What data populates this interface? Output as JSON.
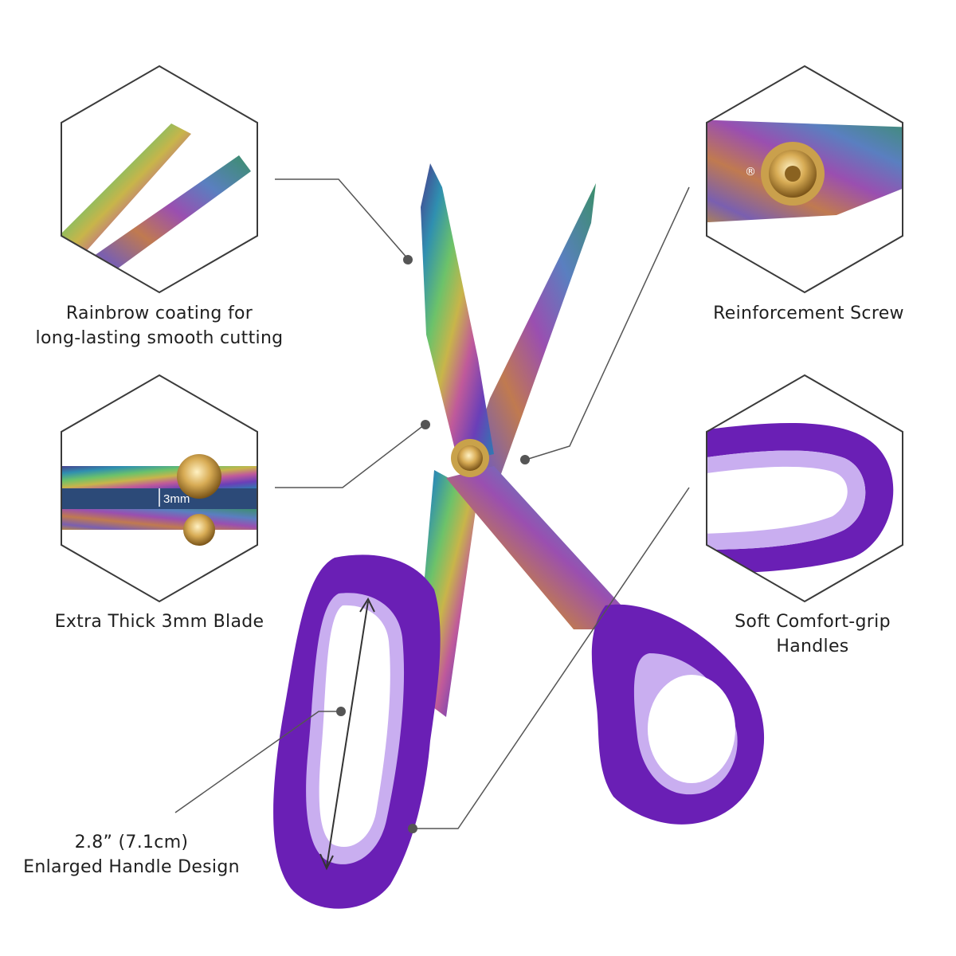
{
  "features": {
    "coating": {
      "line1": "Rainbrow coating for",
      "line2": "long-lasting smooth cutting"
    },
    "blade": {
      "line1": "Extra Thick 3mm Blade",
      "measure": "3mm"
    },
    "handle": {
      "line1": "2.8” (7.1cm)",
      "line2": "Enlarged Handle Design"
    },
    "screw": {
      "line1": "Reinforcement Screw"
    },
    "grip": {
      "line1": "Soft Comfort-grip",
      "line2": "Handles"
    }
  },
  "product": {
    "brand_mark": "®"
  },
  "colors": {
    "handle_purple": "#6a1fb5",
    "handle_inner": "#c9aef0",
    "callout_line": "#555555",
    "hex_border": "#3a3a3a",
    "screw_gold": "#c9a24a"
  }
}
